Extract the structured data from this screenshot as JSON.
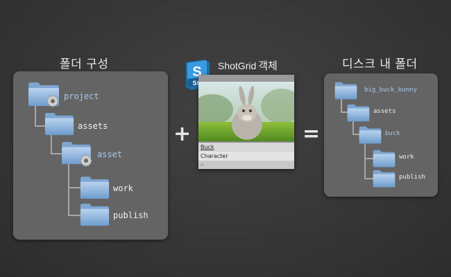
{
  "left_title": "폴더 구성",
  "center_title": "ShotGrid",
  "center_title_suffix": "객체",
  "right_title": "디스크 내 폴더",
  "plus_sign": "+",
  "equals_sign": "=",
  "logo_top": "S",
  "logo_bottom": "SG",
  "left_tree": [
    "project",
    "assets",
    "asset",
    "work",
    "publish"
  ],
  "card": {
    "name": "Buck",
    "type": "Character",
    "footer": "o"
  },
  "right_tree": [
    "big_buck_bunny",
    "assets",
    "buck",
    "work",
    "publish"
  ],
  "colors": {
    "background": "#3a3a3a",
    "panel": "#646464",
    "folder_blue": "#8fb4dc",
    "label_blue": "#a9c8f0",
    "logo_blue": "#2f8fd0"
  }
}
